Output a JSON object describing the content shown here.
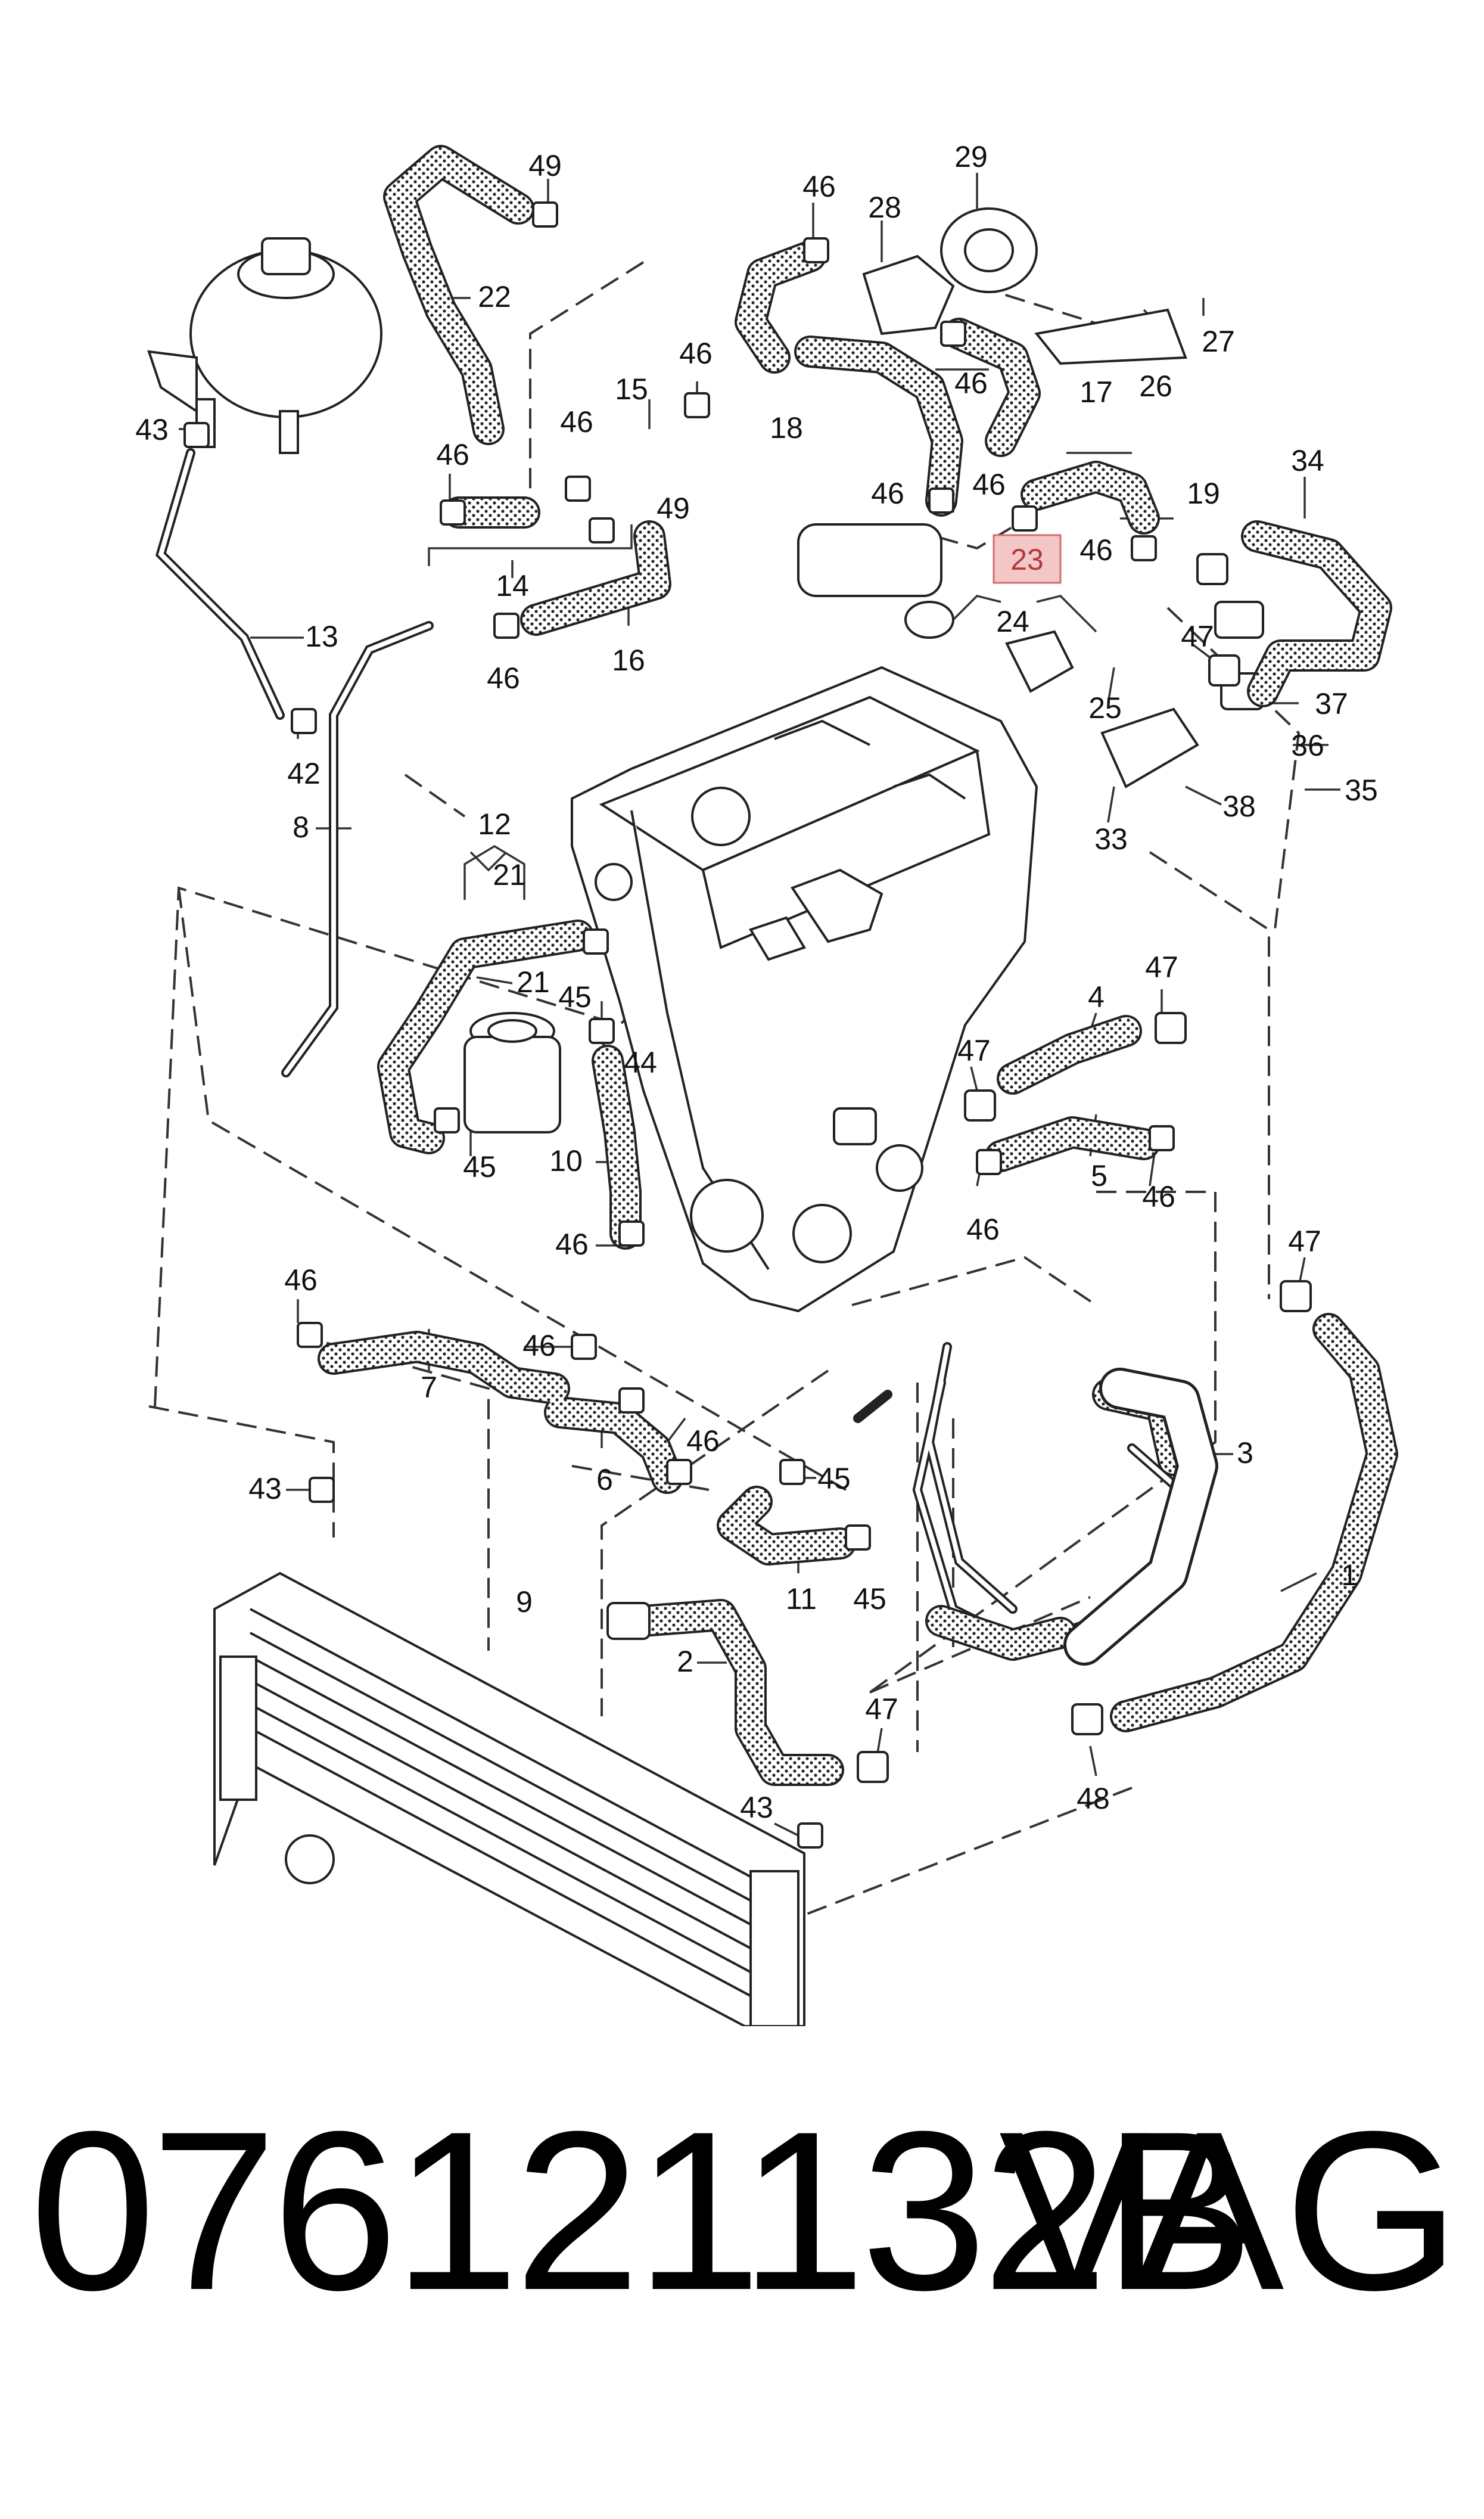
{
  "diagram": {
    "callouts": [
      {
        "id": "c49a",
        "text": "49"
      },
      {
        "id": "c22",
        "text": "22"
      },
      {
        "id": "c43a",
        "text": "43"
      },
      {
        "id": "c46a",
        "text": "46"
      },
      {
        "id": "c46b",
        "text": "46"
      },
      {
        "id": "c15",
        "text": "15"
      },
      {
        "id": "c46c",
        "text": "46"
      },
      {
        "id": "c49b",
        "text": "49"
      },
      {
        "id": "c14",
        "text": "14"
      },
      {
        "id": "c46d",
        "text": "46"
      },
      {
        "id": "c16",
        "text": "16"
      },
      {
        "id": "c13",
        "text": "13"
      },
      {
        "id": "c42",
        "text": "42"
      },
      {
        "id": "c8",
        "text": "8"
      },
      {
        "id": "c46e",
        "text": "46"
      },
      {
        "id": "c18",
        "text": "18"
      },
      {
        "id": "c28",
        "text": "28"
      },
      {
        "id": "c29",
        "text": "29"
      },
      {
        "id": "c46f",
        "text": "46"
      },
      {
        "id": "c17",
        "text": "17"
      },
      {
        "id": "c26",
        "text": "26"
      },
      {
        "id": "c27",
        "text": "27"
      },
      {
        "id": "c46g",
        "text": "46"
      },
      {
        "id": "c46h",
        "text": "46"
      },
      {
        "id": "c19",
        "text": "19"
      },
      {
        "id": "c34",
        "text": "34"
      },
      {
        "id": "c46i",
        "text": "46"
      },
      {
        "id": "c24",
        "text": "24"
      },
      {
        "id": "c47a",
        "text": "47"
      },
      {
        "id": "c25",
        "text": "25"
      },
      {
        "id": "c37",
        "text": "37"
      },
      {
        "id": "c36",
        "text": "36"
      },
      {
        "id": "c35",
        "text": "35"
      },
      {
        "id": "c38",
        "text": "38"
      },
      {
        "id": "c33",
        "text": "33"
      },
      {
        "id": "c12",
        "text": "12"
      },
      {
        "id": "c21a",
        "text": "21"
      },
      {
        "id": "c21b",
        "text": "21"
      },
      {
        "id": "c45a",
        "text": "45"
      },
      {
        "id": "c44",
        "text": "44"
      },
      {
        "id": "c45b",
        "text": "45"
      },
      {
        "id": "c10",
        "text": "10"
      },
      {
        "id": "c46j",
        "text": "46"
      },
      {
        "id": "c4",
        "text": "4"
      },
      {
        "id": "c47b",
        "text": "47"
      },
      {
        "id": "c47c",
        "text": "47"
      },
      {
        "id": "c5",
        "text": "5"
      },
      {
        "id": "c46k",
        "text": "46"
      },
      {
        "id": "c46l",
        "text": "46"
      },
      {
        "id": "c47d",
        "text": "47"
      },
      {
        "id": "c46m",
        "text": "46"
      },
      {
        "id": "c7",
        "text": "7"
      },
      {
        "id": "c46n",
        "text": "46"
      },
      {
        "id": "c46o",
        "text": "46"
      },
      {
        "id": "c6",
        "text": "6"
      },
      {
        "id": "c3",
        "text": "3"
      },
      {
        "id": "c43b",
        "text": "43"
      },
      {
        "id": "c45c",
        "text": "45"
      },
      {
        "id": "c9",
        "text": "9"
      },
      {
        "id": "c11",
        "text": "11"
      },
      {
        "id": "c45d",
        "text": "45"
      },
      {
        "id": "c1",
        "text": "1"
      },
      {
        "id": "c2",
        "text": "2"
      },
      {
        "id": "c47e",
        "text": "47"
      },
      {
        "id": "c43c",
        "text": "43"
      },
      {
        "id": "c48",
        "text": "48"
      }
    ],
    "highlight": {
      "text": "23",
      "color": "#f4c7c7",
      "border": "#d66b6b"
    }
  },
  "footer": {
    "part_number": "076121132B",
    "brand": "VAG"
  }
}
